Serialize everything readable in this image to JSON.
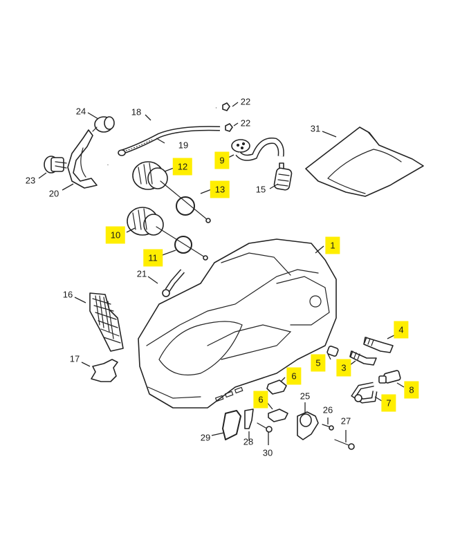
{
  "diagram": {
    "title": "Chainsaw crankcase / oil pump exploded parts diagram",
    "highlight_color": "#ffee00",
    "callouts": [
      {
        "id": "c1",
        "label": "1",
        "highlighted": true,
        "part": "crankcase"
      },
      {
        "id": "c3",
        "label": "3",
        "highlighted": true,
        "part": "collar-stud-short"
      },
      {
        "id": "c4",
        "label": "4",
        "highlighted": true,
        "part": "collar-stud-long"
      },
      {
        "id": "c5",
        "label": "5",
        "highlighted": true,
        "part": "sleeve"
      },
      {
        "id": "c6a",
        "label": "6",
        "highlighted": true,
        "part": "annular-buffer-upper"
      },
      {
        "id": "c6b",
        "label": "6",
        "highlighted": true,
        "part": "annular-buffer-lower"
      },
      {
        "id": "c7",
        "label": "7",
        "highlighted": true,
        "part": "oil-hose"
      },
      {
        "id": "c8",
        "label": "8",
        "highlighted": true,
        "part": "oil-pickup-fitting"
      },
      {
        "id": "c9",
        "label": "9",
        "highlighted": true,
        "part": "fuel-pickup-hose"
      },
      {
        "id": "c10",
        "label": "10",
        "highlighted": true,
        "part": "oil-filler-cap"
      },
      {
        "id": "c11",
        "label": "11",
        "highlighted": true,
        "part": "oil-cap-seal-ring"
      },
      {
        "id": "c12",
        "label": "12",
        "highlighted": true,
        "part": "fuel-filler-cap"
      },
      {
        "id": "c13",
        "label": "13",
        "highlighted": true,
        "part": "fuel-cap-seal-ring"
      },
      {
        "id": "c15",
        "label": "15",
        "highlighted": false,
        "part": "fuel-filter"
      },
      {
        "id": "c16",
        "label": "16",
        "highlighted": false,
        "part": "air-guide-grille"
      },
      {
        "id": "c17",
        "label": "17",
        "highlighted": false,
        "part": "bracket"
      },
      {
        "id": "c18",
        "label": "18",
        "highlighted": false,
        "part": "impulse-hose"
      },
      {
        "id": "c19",
        "label": "19",
        "highlighted": false,
        "part": "fuel-hose"
      },
      {
        "id": "c20",
        "label": "20",
        "highlighted": false,
        "part": "hose-holder"
      },
      {
        "id": "c21",
        "label": "21",
        "highlighted": false,
        "part": "elbow-connector"
      },
      {
        "id": "c22a",
        "label": "22",
        "highlighted": false,
        "part": "grommet-upper"
      },
      {
        "id": "c22b",
        "label": "22",
        "highlighted": false,
        "part": "grommet-lower"
      },
      {
        "id": "c23",
        "label": "23",
        "highlighted": false,
        "part": "primer-valve"
      },
      {
        "id": "c24",
        "label": "24",
        "highlighted": false,
        "part": "purge-bulb"
      },
      {
        "id": "c25",
        "label": "25",
        "highlighted": false,
        "part": "chain-catcher-bracket"
      },
      {
        "id": "c26",
        "label": "26",
        "highlighted": false,
        "part": "screw-small"
      },
      {
        "id": "c27",
        "label": "27",
        "highlighted": false,
        "part": "screw-long"
      },
      {
        "id": "c28",
        "label": "28",
        "highlighted": false,
        "part": "clip"
      },
      {
        "id": "c29",
        "label": "29",
        "highlighted": false,
        "part": "gasket"
      },
      {
        "id": "c30",
        "label": "30",
        "highlighted": false,
        "part": "screw"
      },
      {
        "id": "c31",
        "label": "31",
        "highlighted": false,
        "part": "cover-plate"
      }
    ]
  }
}
